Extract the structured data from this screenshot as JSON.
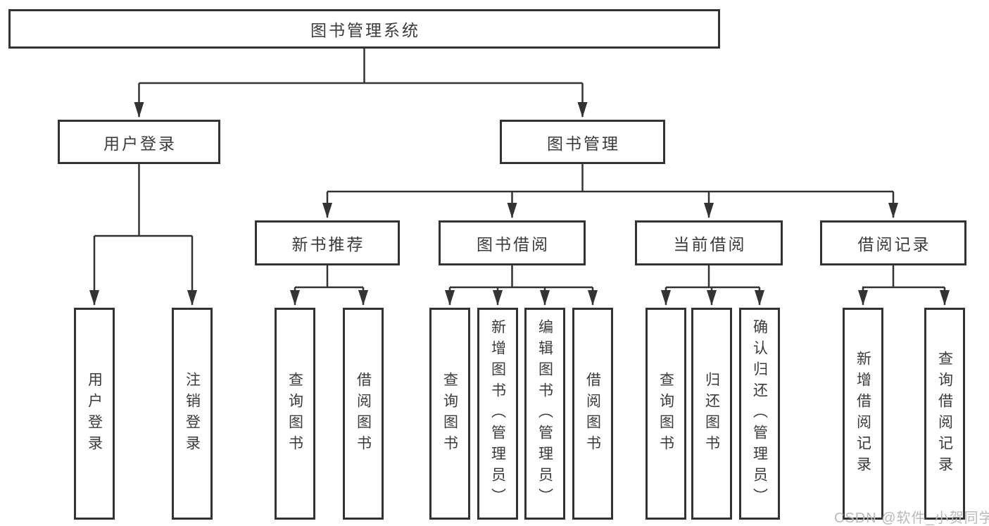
{
  "diagram_title": "图书管理系统",
  "colors": {
    "line": "#333333",
    "text": "#3b3b3b",
    "watermark": "#b9b9b9",
    "background": "#ffffff"
  },
  "tree": {
    "root": {
      "label": "图书管理系统"
    },
    "branches": [
      {
        "label": "用户登录",
        "children": [
          {
            "label": "用户登录"
          },
          {
            "label": "注销登录"
          }
        ]
      },
      {
        "label": "图书管理",
        "groups": [
          {
            "label": "新书推荐",
            "children": [
              {
                "label": "查询图书"
              },
              {
                "label": "借阅图书"
              }
            ]
          },
          {
            "label": "图书借阅",
            "children": [
              {
                "label": "查询图书"
              },
              {
                "label": "新增图书（管理员）"
              },
              {
                "label": "编辑图书（管理员）"
              },
              {
                "label": "借阅图书"
              }
            ]
          },
          {
            "label": "当前借阅",
            "children": [
              {
                "label": "查询图书"
              },
              {
                "label": "归还图书"
              },
              {
                "label": "确认归还（管理员）"
              }
            ]
          },
          {
            "label": "借阅记录",
            "children": [
              {
                "label": "新增借阅记录"
              },
              {
                "label": "查询借阅记录"
              }
            ]
          }
        ]
      }
    ]
  },
  "watermark": "CSDN @软件_小贺同学"
}
